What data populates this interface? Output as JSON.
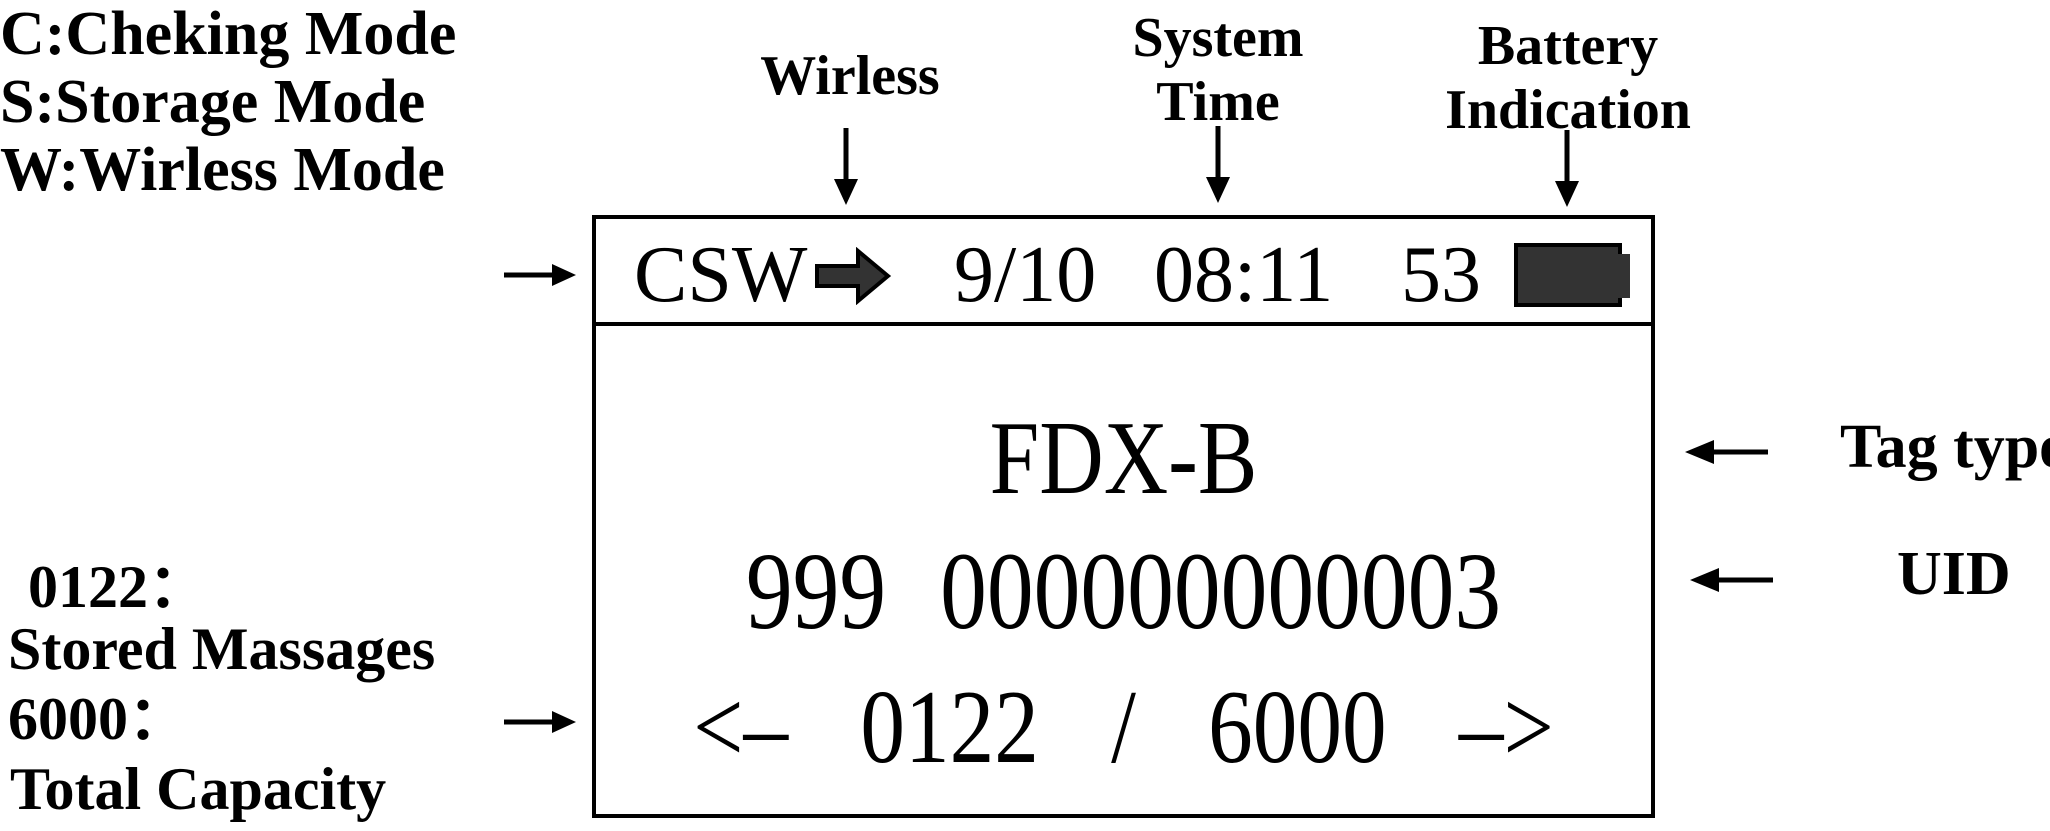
{
  "figure": {
    "mode_legend": {
      "line1": "C:Cheking Mode",
      "line2": "S:Storage Mode",
      "line3": "W:Wirless Mode"
    },
    "wireless_label": "Wirless",
    "system_time_label": {
      "line1": "System",
      "line2": "Time"
    },
    "battery_label": {
      "line1": "Battery",
      "line2": "Indication"
    },
    "tag_type_label": "Tag type",
    "uid_label": "UID",
    "stored_legend": {
      "count": "0122：",
      "count_desc": "Stored Massages",
      "capacity": "6000：",
      "capacity_desc": "Total Capacity"
    }
  },
  "display": {
    "status_bar": {
      "mode_flags": "CSW",
      "date": "9/10",
      "time": "08:11",
      "battery_percent": "53"
    },
    "main": {
      "tag_type": "FDX-B",
      "uid": "999 000000000003",
      "pager": {
        "prev": "<–",
        "current": "0122",
        "separator": "/",
        "total": "6000",
        "next": "–>"
      }
    }
  },
  "icons": {
    "wireless_arrow": "right-block-arrow",
    "battery": "battery-full-dark"
  },
  "colors": {
    "background": "#ffffff",
    "foreground": "#000000",
    "fill_dark": "#333333"
  }
}
